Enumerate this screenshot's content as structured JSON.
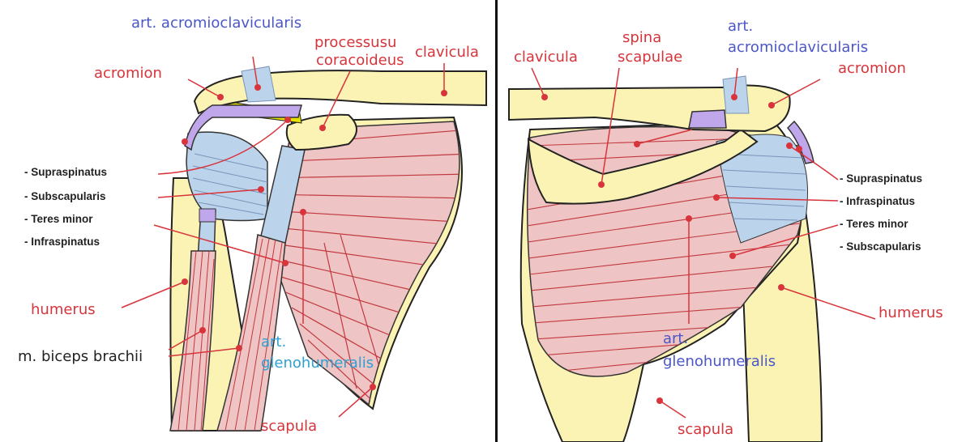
{
  "colors": {
    "bone": "#fbf3b3",
    "bone_stroke": "#222222",
    "muscle": "#efc4c4",
    "muscle_line": "#c0393f",
    "cartilage": "#bcd3ec",
    "joint": "#c0a6ea",
    "ligament": "#e3e200",
    "label_red": "#d8343b",
    "label_blue": "#4b57c8",
    "label_cyan": "#2fa0d2"
  },
  "left": {
    "art_acromioclavicularis": "art. acromioclavicularis",
    "processus_line1": "processusu",
    "processus_line2": "coracoideus",
    "clavicula": "clavicula",
    "acromion": "acromion",
    "supraspinatus": "- Supraspinatus",
    "subscapularis": "- Subscapularis",
    "teres_minor": "- Teres minor",
    "infraspinatus": "- Infraspinatus",
    "humerus": "humerus",
    "biceps": "m. biceps brachii",
    "art_gleno_line1": "art.",
    "art_gleno_line2": "glenohumeralis",
    "scapula": "scapula"
  },
  "right": {
    "clavicula": "clavicula",
    "spina_line1": "spina",
    "spina_line2": "scapulae",
    "art_acromio_line1": "art.",
    "art_acromio_line2": "acromioclavicularis",
    "acromion": "acromion",
    "supraspinatus": "- Supraspinatus",
    "infraspinatus": "- Infraspinatus",
    "teres_minor": "- Teres minor",
    "subscapularis": "- Subscapularis",
    "humerus": "humerus",
    "art_gleno_line1": "art.",
    "art_gleno_line2": "glenohumeralis",
    "scapula": "scapula"
  }
}
